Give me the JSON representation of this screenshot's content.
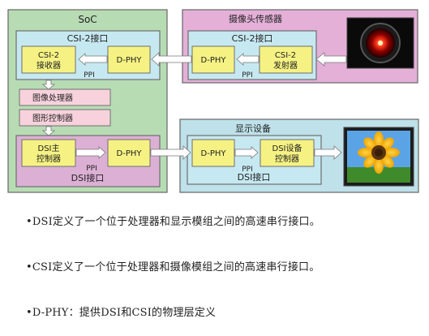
{
  "diagram": {
    "soc_title": "SoC",
    "camera_title": "摄像头传感器",
    "display_title": "显示设备",
    "soc_csi_title": "CSI-2接口",
    "cam_csi_title": "CSI-2接口",
    "soc_csi_receiver": [
      "CSI-2",
      "接收器"
    ],
    "cam_csi_transmitter": [
      "CSI-2",
      "发射器"
    ],
    "soc_dphy_csi": "D-PHY",
    "cam_dphy": "D-PHY",
    "ppi_csi_soc": "PPI",
    "ppi_csi_cam": "PPI",
    "image_processor": "图像处理器",
    "graphics_controller": "图形控制器",
    "dsi_host_controller": [
      "DSI主",
      "控制器"
    ],
    "soc_dphy_dsi": "D-PHY",
    "ppi_dsi_soc": "PPI",
    "soc_dsi_label": "DSI接口",
    "disp_dphy": "D-PHY",
    "ppi_dsi_disp": "PPI",
    "dsi_device_controller": [
      "DSI设备",
      "控制器"
    ],
    "disp_dsi_label": "DSI接口"
  },
  "bullets": [
    "•DSI定义了一个位于处理器和显示模组之间的高速串行接口。",
    "•CSI定义了一个位于处理器和摄像模组之间的高速串行接口。",
    "•D-PHY：提供DSI和CSI的物理层定义"
  ],
  "colors": {
    "soc_bg": "#b7dcb4",
    "camera_bg": "#e4b0d8",
    "display_bg": "#bee1ea",
    "csi_if_bg": "#c6e8f1",
    "dsi_if_bg": "#dcb0d5",
    "block_yellow": "#f5f283",
    "block_pink": "#f7d2dc",
    "border": "#6f6f6f"
  }
}
